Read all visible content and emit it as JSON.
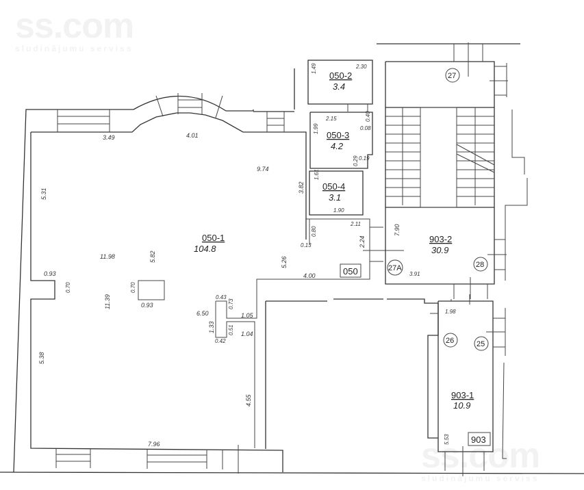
{
  "watermark": {
    "brand": "ss.com",
    "tagline": "sludinājumu serviss"
  },
  "rooms": [
    {
      "id": "050-1",
      "area": "104.8"
    },
    {
      "id": "050-2",
      "area": "3.4"
    },
    {
      "id": "050-3",
      "area": "4.2"
    },
    {
      "id": "050-4",
      "area": "3.1"
    },
    {
      "id": "903-2",
      "area": "30.9"
    },
    {
      "id": "903-1",
      "area": "10.9"
    }
  ],
  "unit_labels": [
    "050",
    "903"
  ],
  "markers": [
    "27",
    "27A",
    "28",
    "26",
    "25"
  ],
  "dimensions": {
    "r050_1": [
      "3.49",
      "4.01",
      "9.74",
      "5.31",
      "11.98",
      "5.82",
      "0.93",
      "0.70",
      "11.39",
      "0.70",
      "0.93",
      "6.50",
      "0.43",
      "0.73",
      "1.05",
      "1.33",
      "0.51",
      "1.04",
      "0.42",
      "5.38",
      "4.55",
      "7.96",
      "5.26",
      "4.00",
      "3.82",
      "0.80",
      "0.13"
    ],
    "r050_2": [
      "1.49",
      "2.30"
    ],
    "r050_3": [
      "2.15",
      "1.99",
      "0.40",
      "0.08",
      "0.29",
      "0.19"
    ],
    "r050_4": [
      "1.61",
      "1.90"
    ],
    "r050_hall": [
      "2.11",
      "2.24"
    ],
    "r903_2": [
      "7.90",
      "3.91"
    ],
    "r903_1": [
      "1.98",
      "5.53"
    ]
  }
}
